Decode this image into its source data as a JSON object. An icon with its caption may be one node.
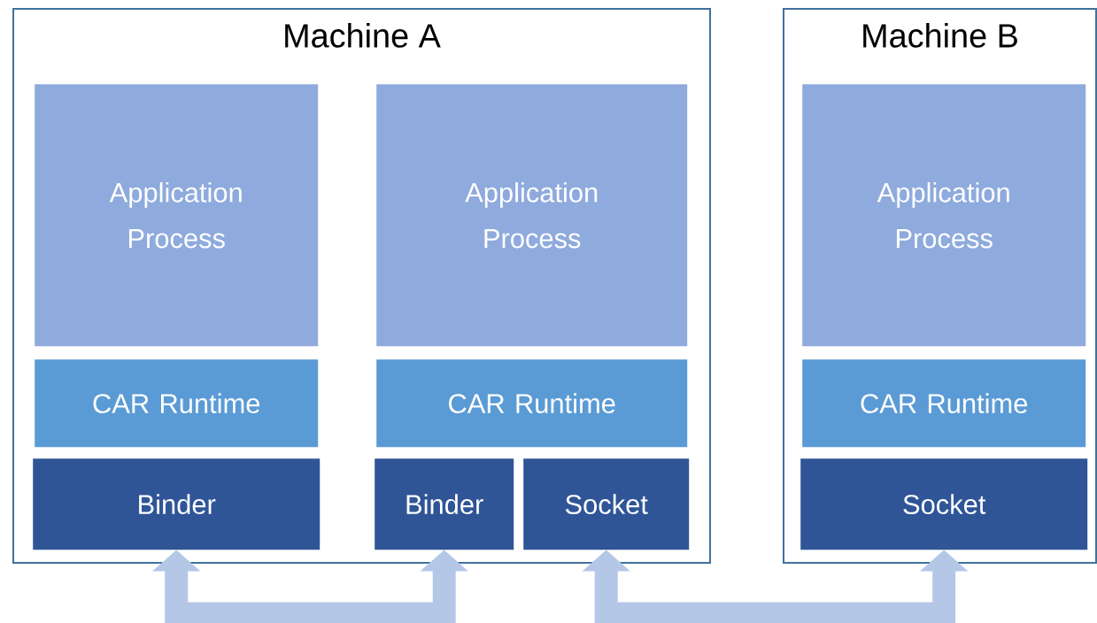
{
  "diagram": {
    "nodes": [
      {
        "text": [
          "Machine A"
        ]
      },
      {
        "text": [
          "Application Process"
        ],
        "in": 0
      },
      {
        "text": [
          "CAR Runtime"
        ],
        "in": 0
      },
      {
        "text": [
          "Binder"
        ],
        "in": 0
      },
      {
        "text": [
          "Application Process"
        ],
        "in": 0
      },
      {
        "text": [
          "CAR Runtime"
        ],
        "in": 0
      },
      {
        "text": [
          "Binder"
        ],
        "in": 0
      },
      {
        "text": [
          "Socket"
        ],
        "in": 0
      },
      {
        "text": [
          "Machine B"
        ]
      },
      {
        "text": [
          "Application Process"
        ],
        "in": 8
      },
      {
        "text": [
          "CAR Runtime"
        ],
        "in": 8
      },
      {
        "text": [
          "Socket"
        ],
        "in": 8
      }
    ],
    "edges": [
      {
        "from": 3,
        "to": 6,
        "arrow": "both",
        "color": "#b4c7e7"
      },
      {
        "from": 7,
        "to": 11,
        "arrow": "both",
        "color": "#b4c7e7"
      }
    ]
  }
}
